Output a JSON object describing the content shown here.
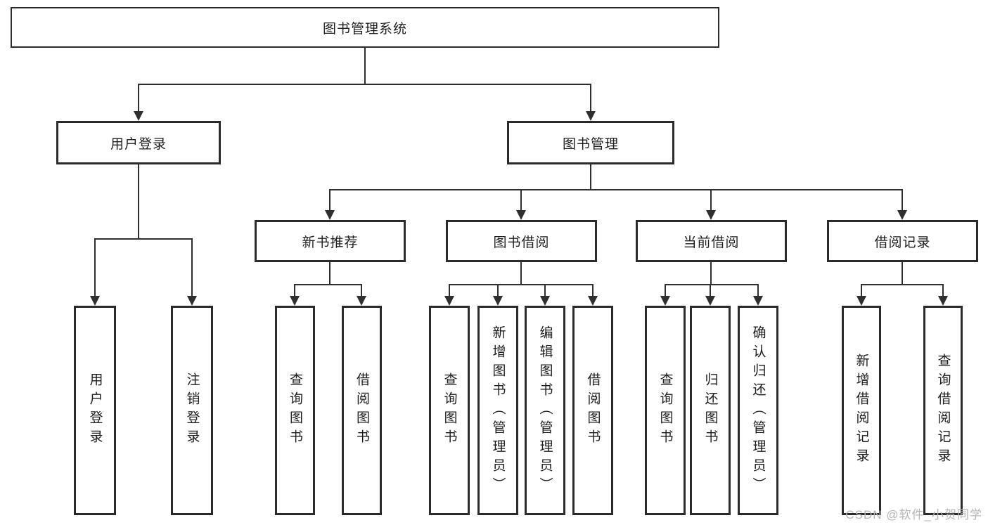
{
  "diagram": {
    "root": {
      "label": "图书管理系统"
    },
    "level2": [
      {
        "id": "user-login",
        "label": "用户登录"
      },
      {
        "id": "book-management",
        "label": "图书管理"
      }
    ],
    "level3": [
      {
        "id": "new-book-recommend",
        "parent": "图书管理",
        "label": "新书推荐"
      },
      {
        "id": "book-borrowing",
        "parent": "图书管理",
        "label": "图书借阅"
      },
      {
        "id": "current-borrowing",
        "parent": "图书管理",
        "label": "当前借阅"
      },
      {
        "id": "borrowing-records",
        "parent": "图书管理",
        "label": "借阅记录"
      }
    ],
    "leaves": [
      {
        "parent": "用户登录",
        "label": "用户登录"
      },
      {
        "parent": "用户登录",
        "label": "注销登录"
      },
      {
        "parent": "新书推荐",
        "label": "查询图书"
      },
      {
        "parent": "新书推荐",
        "label": "借阅图书"
      },
      {
        "parent": "图书借阅",
        "label": "查询图书"
      },
      {
        "parent": "图书借阅",
        "label": "新增图书（管理员）"
      },
      {
        "parent": "图书借阅",
        "label": "编辑图书（管理员）"
      },
      {
        "parent": "图书借阅",
        "label": "借阅图书"
      },
      {
        "parent": "当前借阅",
        "label": "查询图书"
      },
      {
        "parent": "当前借阅",
        "label": "归还图书"
      },
      {
        "parent": "当前借阅",
        "label": "确认归还（管理员）"
      },
      {
        "parent": "借阅记录",
        "label": "新增借阅记录"
      },
      {
        "parent": "借阅记录",
        "label": "查询借阅记录"
      }
    ],
    "watermark": "CSDN @软件_小贺同学"
  },
  "colors": {
    "line": "#2f2f2f",
    "border": "#2b2b2b",
    "text": "#1d1d1d",
    "bg": "#ffffff",
    "watermark": "#b5b5b5"
  }
}
